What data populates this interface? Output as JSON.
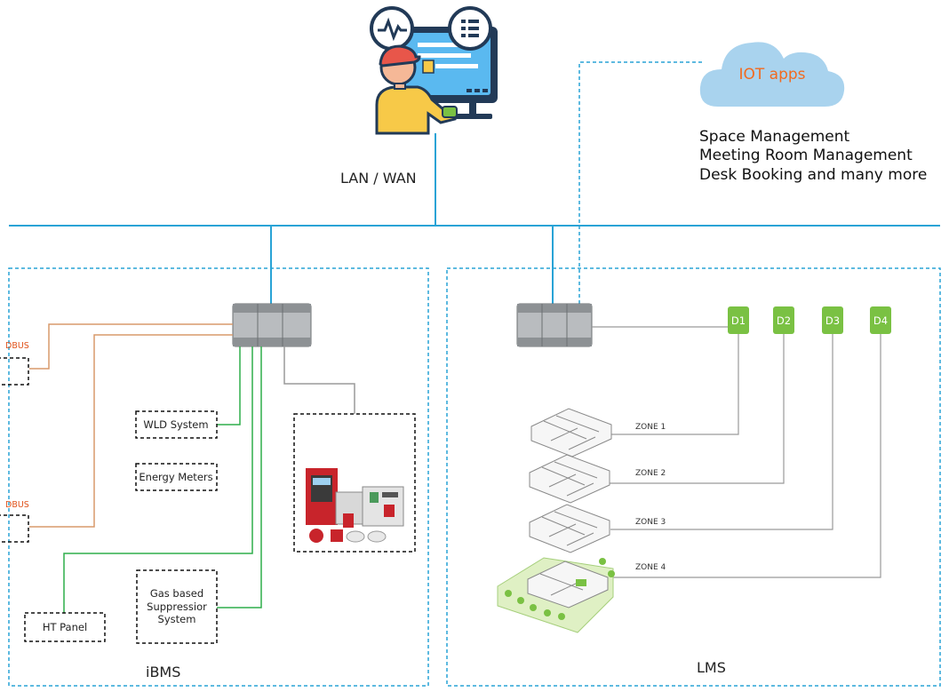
{
  "network": {
    "label": "LAN / WAN"
  },
  "cloud": {
    "label": "IOT apps",
    "features": [
      "Space Management",
      "Meeting Room Management",
      "Desk Booking and many more"
    ]
  },
  "ibms": {
    "title": "iBMS",
    "bus_labels": [
      "DBUS",
      "DBUS"
    ],
    "boxes": {
      "wld": "WLD System",
      "energy": "Energy Meters",
      "gas": [
        "Gas based",
        "Suppressior",
        "System"
      ],
      "ht": "HT Panel"
    }
  },
  "lms": {
    "title": "LMS",
    "drivers": [
      "D1",
      "D2",
      "D3",
      "D4"
    ],
    "zones": [
      "ZONE 1",
      "ZONE 2",
      "ZONE 3",
      "ZONE 4"
    ]
  },
  "colors": {
    "network_line": "#29a3d6",
    "orange_line": "#d89a6c",
    "green_line": "#2fae4a",
    "gray_line": "#9a9a9a",
    "driver_fill": "#7ac143",
    "cloud_fill": "#a9d3ee"
  }
}
